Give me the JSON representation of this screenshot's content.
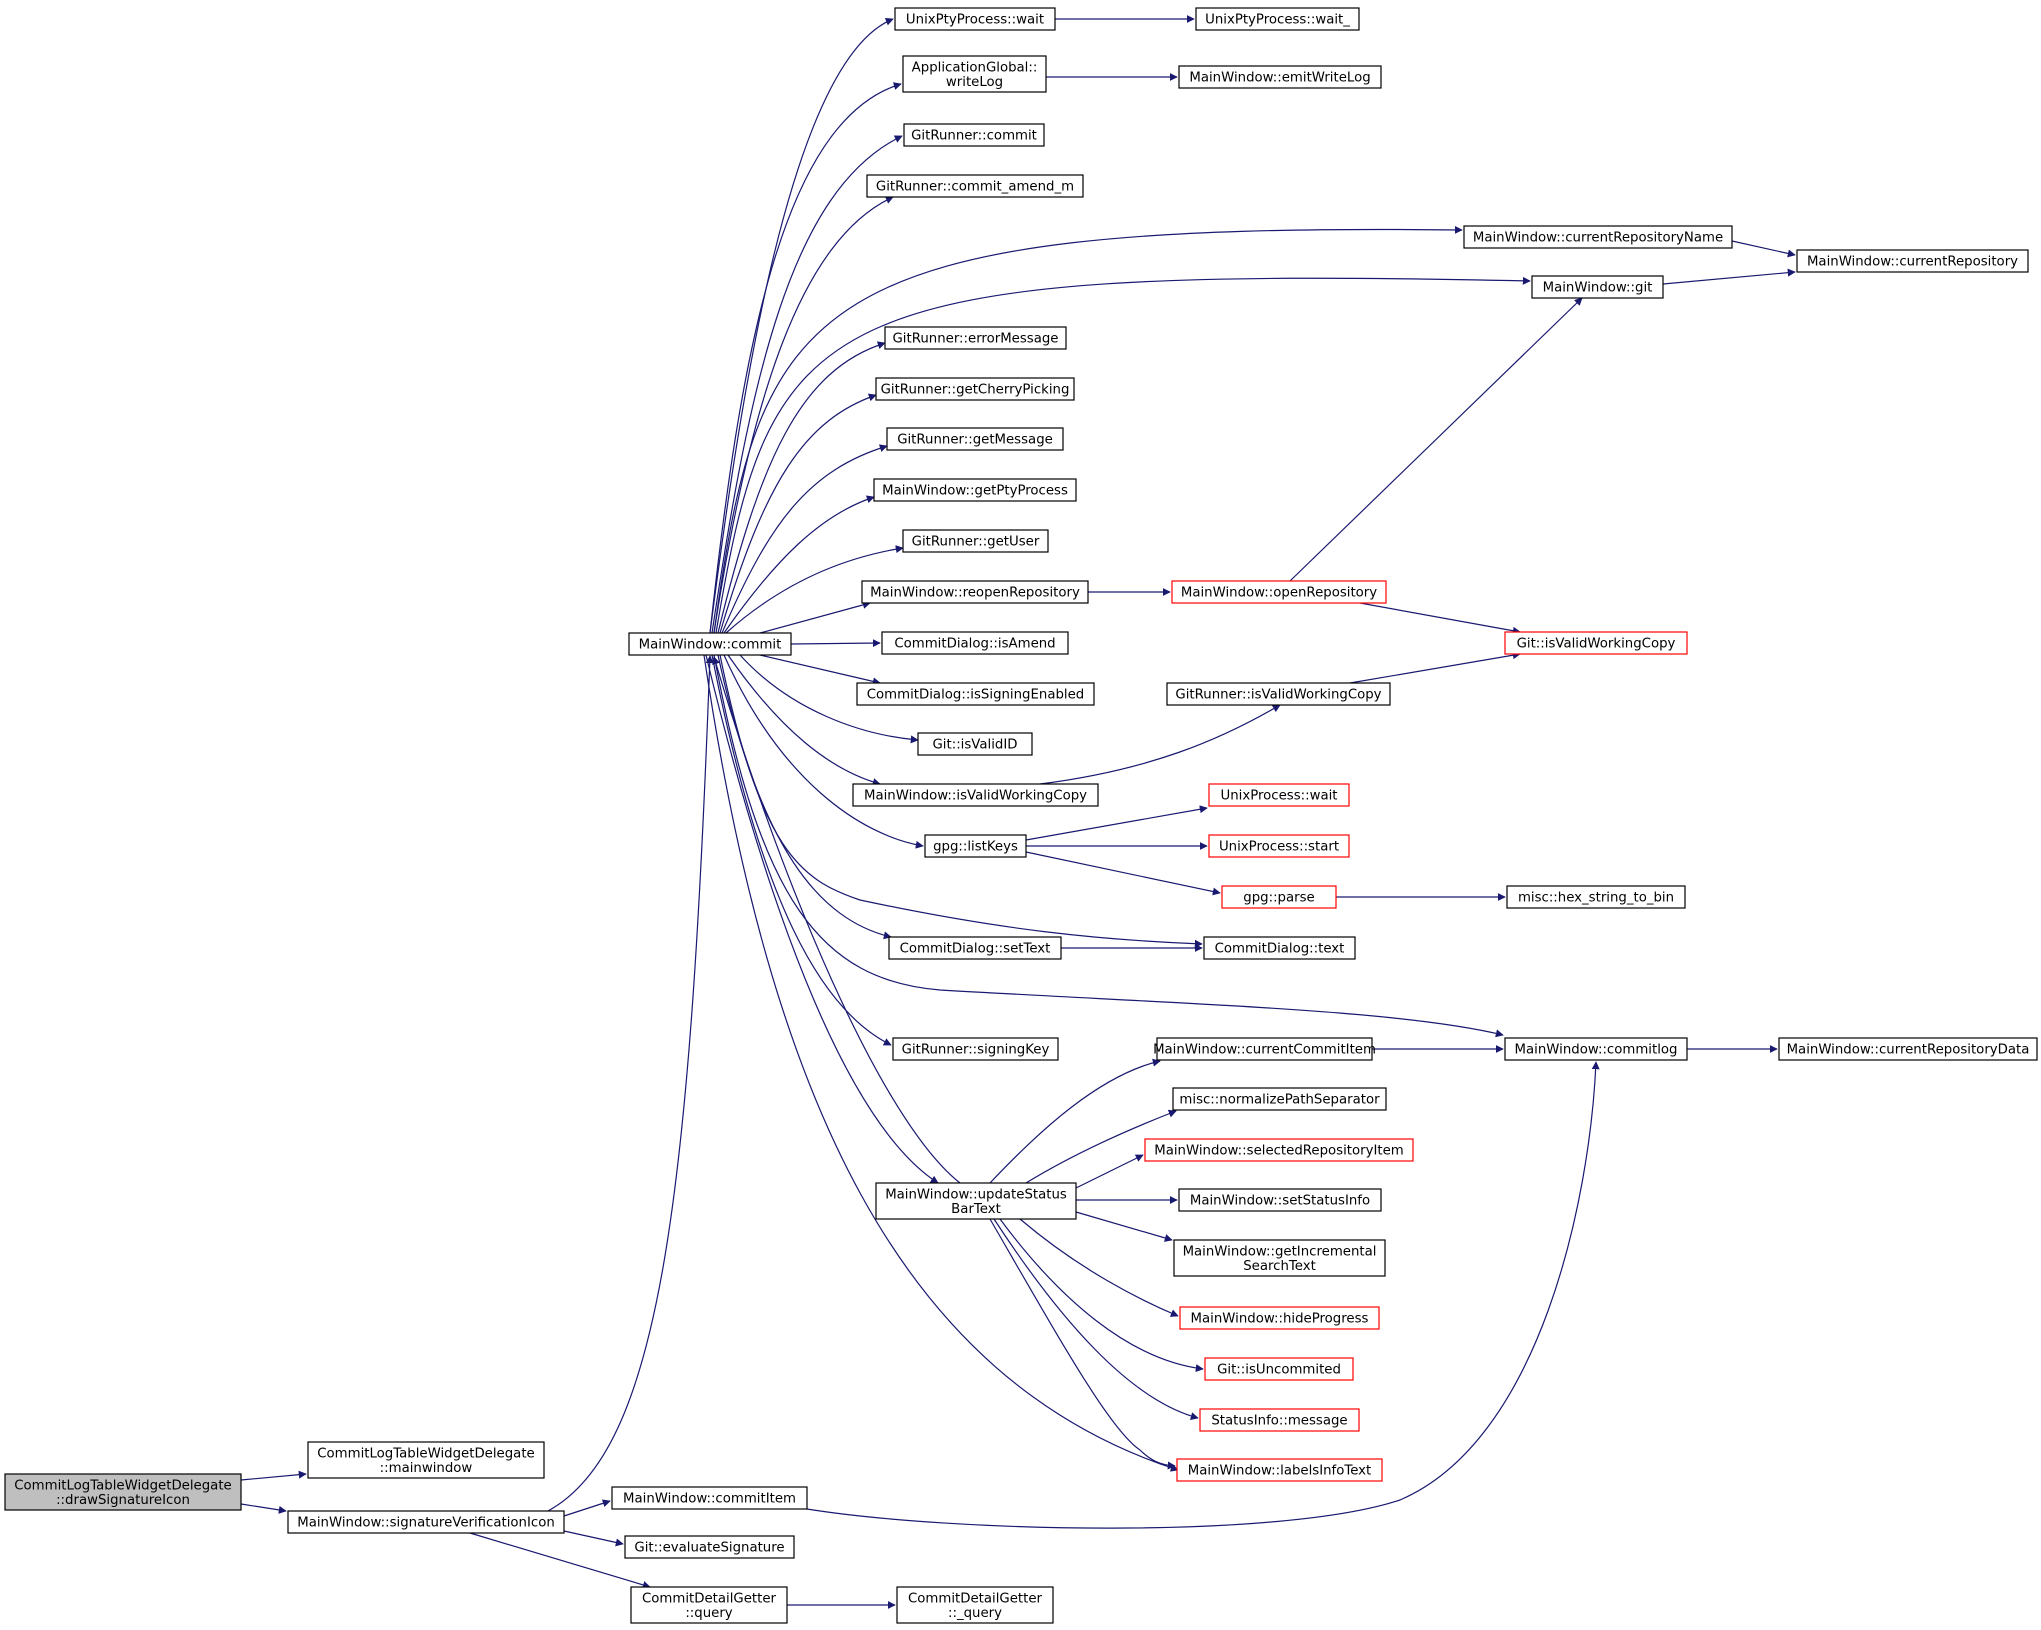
{
  "colors": {
    "edge": "#191970",
    "box_border": "#000000",
    "box_border_truncated": "#ff0000",
    "root_fill": "#bfbfbf",
    "fill": "#ffffff"
  },
  "nodes": {
    "root": {
      "lines": [
        "CommitLogTableWidgetDelegate",
        "::drawSignatureIcon"
      ],
      "style": "root"
    },
    "mainwindow_getter": {
      "lines": [
        "CommitLogTableWidgetDelegate",
        "::mainwindow"
      ],
      "style": "normal"
    },
    "sigicon": {
      "lines": [
        "MainWindow::signatureVerificationIcon"
      ],
      "style": "normal"
    },
    "commit": {
      "lines": [
        "MainWindow::commit"
      ],
      "style": "normal"
    },
    "commitItem": {
      "lines": [
        "MainWindow::commitItem"
      ],
      "style": "normal"
    },
    "evalSig": {
      "lines": [
        "Git::evaluateSignature"
      ],
      "style": "normal"
    },
    "cdgQuery": {
      "lines": [
        "CommitDetailGetter",
        "::query"
      ],
      "style": "normal"
    },
    "cdgQuery_": {
      "lines": [
        "CommitDetailGetter",
        "::_query"
      ],
      "style": "normal"
    },
    "uptyWait": {
      "lines": [
        "UnixPtyProcess::wait"
      ],
      "style": "normal"
    },
    "uptyWait_": {
      "lines": [
        "UnixPtyProcess::wait_"
      ],
      "style": "normal"
    },
    "writeLog": {
      "lines": [
        "ApplicationGlobal::",
        "writeLog"
      ],
      "style": "normal"
    },
    "emitWriteLog": {
      "lines": [
        "MainWindow::emitWriteLog"
      ],
      "style": "normal"
    },
    "grCommit": {
      "lines": [
        "GitRunner::commit"
      ],
      "style": "normal"
    },
    "grAmend": {
      "lines": [
        "GitRunner::commit_amend_m"
      ],
      "style": "normal"
    },
    "curRepoName": {
      "lines": [
        "MainWindow::currentRepositoryName"
      ],
      "style": "normal"
    },
    "curRepo": {
      "lines": [
        "MainWindow::currentRepository"
      ],
      "style": "normal"
    },
    "mwGit": {
      "lines": [
        "MainWindow::git"
      ],
      "style": "normal"
    },
    "grErr": {
      "lines": [
        "GitRunner::errorMessage"
      ],
      "style": "normal"
    },
    "grCherry": {
      "lines": [
        "GitRunner::getCherryPicking"
      ],
      "style": "normal"
    },
    "grMsg": {
      "lines": [
        "GitRunner::getMessage"
      ],
      "style": "normal"
    },
    "mwPty": {
      "lines": [
        "MainWindow::getPtyProcess"
      ],
      "style": "normal"
    },
    "grUser": {
      "lines": [
        "GitRunner::getUser"
      ],
      "style": "normal"
    },
    "reopen": {
      "lines": [
        "MainWindow::reopenRepository"
      ],
      "style": "normal"
    },
    "openRepo": {
      "lines": [
        "MainWindow::openRepository"
      ],
      "style": "truncated"
    },
    "gitValidWC": {
      "lines": [
        "Git::isValidWorkingCopy"
      ],
      "style": "truncated"
    },
    "cdAmend": {
      "lines": [
        "CommitDialog::isAmend"
      ],
      "style": "normal"
    },
    "cdSign": {
      "lines": [
        "CommitDialog::isSigningEnabled"
      ],
      "style": "normal"
    },
    "grValidWC": {
      "lines": [
        "GitRunner::isValidWorkingCopy"
      ],
      "style": "normal"
    },
    "gitValidID": {
      "lines": [
        "Git::isValidID"
      ],
      "style": "normal"
    },
    "mwValidWC": {
      "lines": [
        "MainWindow::isValidWorkingCopy"
      ],
      "style": "normal"
    },
    "upWait": {
      "lines": [
        "UnixProcess::wait"
      ],
      "style": "truncated"
    },
    "listKeys": {
      "lines": [
        "gpg::listKeys"
      ],
      "style": "normal"
    },
    "upStart": {
      "lines": [
        "UnixProcess::start"
      ],
      "style": "truncated"
    },
    "gpgParse": {
      "lines": [
        "gpg::parse"
      ],
      "style": "truncated"
    },
    "hex": {
      "lines": [
        "misc::hex_string_to_bin"
      ],
      "style": "normal"
    },
    "cdSetText": {
      "lines": [
        "CommitDialog::setText"
      ],
      "style": "normal"
    },
    "cdText": {
      "lines": [
        "CommitDialog::text"
      ],
      "style": "normal"
    },
    "grSignKey": {
      "lines": [
        "GitRunner::signingKey"
      ],
      "style": "normal"
    },
    "curCommitItem": {
      "lines": [
        "MainWindow::currentCommitItem"
      ],
      "style": "normal"
    },
    "commitlog": {
      "lines": [
        "MainWindow::commitlog"
      ],
      "style": "normal"
    },
    "curRepoData": {
      "lines": [
        "MainWindow::currentRepositoryData"
      ],
      "style": "normal"
    },
    "normPath": {
      "lines": [
        "misc::normalizePathSeparator"
      ],
      "style": "normal"
    },
    "selRepoItem": {
      "lines": [
        "MainWindow::selectedRepositoryItem"
      ],
      "style": "truncated"
    },
    "updSB": {
      "lines": [
        "MainWindow::updateStatus",
        "BarText"
      ],
      "style": "normal"
    },
    "setStatusInfo": {
      "lines": [
        "MainWindow::setStatusInfo"
      ],
      "style": "normal"
    },
    "incSearch": {
      "lines": [
        "MainWindow::getIncremental",
        "SearchText"
      ],
      "style": "normal"
    },
    "hideProg": {
      "lines": [
        "MainWindow::hideProgress"
      ],
      "style": "truncated"
    },
    "isUncommited": {
      "lines": [
        "Git::isUncommited"
      ],
      "style": "truncated"
    },
    "siMessage": {
      "lines": [
        "StatusInfo::message"
      ],
      "style": "truncated"
    },
    "labelsInfo": {
      "lines": [
        "MainWindow::labelsInfoText"
      ],
      "style": "truncated"
    }
  },
  "edges": [
    [
      "root",
      "mainwindow_getter"
    ],
    [
      "root",
      "sigicon"
    ],
    [
      "sigicon",
      "commit"
    ],
    [
      "sigicon",
      "commitItem"
    ],
    [
      "sigicon",
      "evalSig"
    ],
    [
      "sigicon",
      "cdgQuery"
    ],
    [
      "cdgQuery",
      "cdgQuery_"
    ],
    [
      "commitItem",
      "commitlog"
    ],
    [
      "commit",
      "uptyWait"
    ],
    [
      "commit",
      "writeLog"
    ],
    [
      "commit",
      "grCommit"
    ],
    [
      "commit",
      "grAmend"
    ],
    [
      "commit",
      "curRepoName"
    ],
    [
      "commit",
      "mwGit"
    ],
    [
      "commit",
      "grErr"
    ],
    [
      "commit",
      "grCherry"
    ],
    [
      "commit",
      "grMsg"
    ],
    [
      "commit",
      "mwPty"
    ],
    [
      "commit",
      "grUser"
    ],
    [
      "commit",
      "reopen"
    ],
    [
      "commit",
      "cdAmend"
    ],
    [
      "commit",
      "cdSign"
    ],
    [
      "commit",
      "gitValidID"
    ],
    [
      "commit",
      "mwValidWC"
    ],
    [
      "commit",
      "listKeys"
    ],
    [
      "commit",
      "cdText"
    ],
    [
      "commit",
      "cdSetText"
    ],
    [
      "commit",
      "commitlog"
    ],
    [
      "commit",
      "grSignKey"
    ],
    [
      "commit",
      "updSB"
    ],
    [
      "commit",
      "labelsInfo"
    ],
    [
      "uptyWait",
      "uptyWait_"
    ],
    [
      "writeLog",
      "emitWriteLog"
    ],
    [
      "curRepoName",
      "curRepo"
    ],
    [
      "mwGit",
      "curRepo"
    ],
    [
      "reopen",
      "openRepo"
    ],
    [
      "openRepo",
      "mwGit"
    ],
    [
      "openRepo",
      "gitValidWC"
    ],
    [
      "mwValidWC",
      "grValidWC"
    ],
    [
      "grValidWC",
      "gitValidWC"
    ],
    [
      "listKeys",
      "upWait"
    ],
    [
      "listKeys",
      "upStart"
    ],
    [
      "listKeys",
      "gpgParse"
    ],
    [
      "gpgParse",
      "hex"
    ],
    [
      "cdSetText",
      "cdText"
    ],
    [
      "curCommitItem",
      "commitlog"
    ],
    [
      "commitlog",
      "curRepoData"
    ],
    [
      "updSB",
      "commit"
    ],
    [
      "updSB",
      "curCommitItem"
    ],
    [
      "updSB",
      "normPath"
    ],
    [
      "updSB",
      "selRepoItem"
    ],
    [
      "updSB",
      "setStatusInfo"
    ],
    [
      "updSB",
      "incSearch"
    ],
    [
      "updSB",
      "hideProg"
    ],
    [
      "updSB",
      "isUncommited"
    ],
    [
      "updSB",
      "siMessage"
    ],
    [
      "updSB",
      "labelsInfo"
    ]
  ]
}
